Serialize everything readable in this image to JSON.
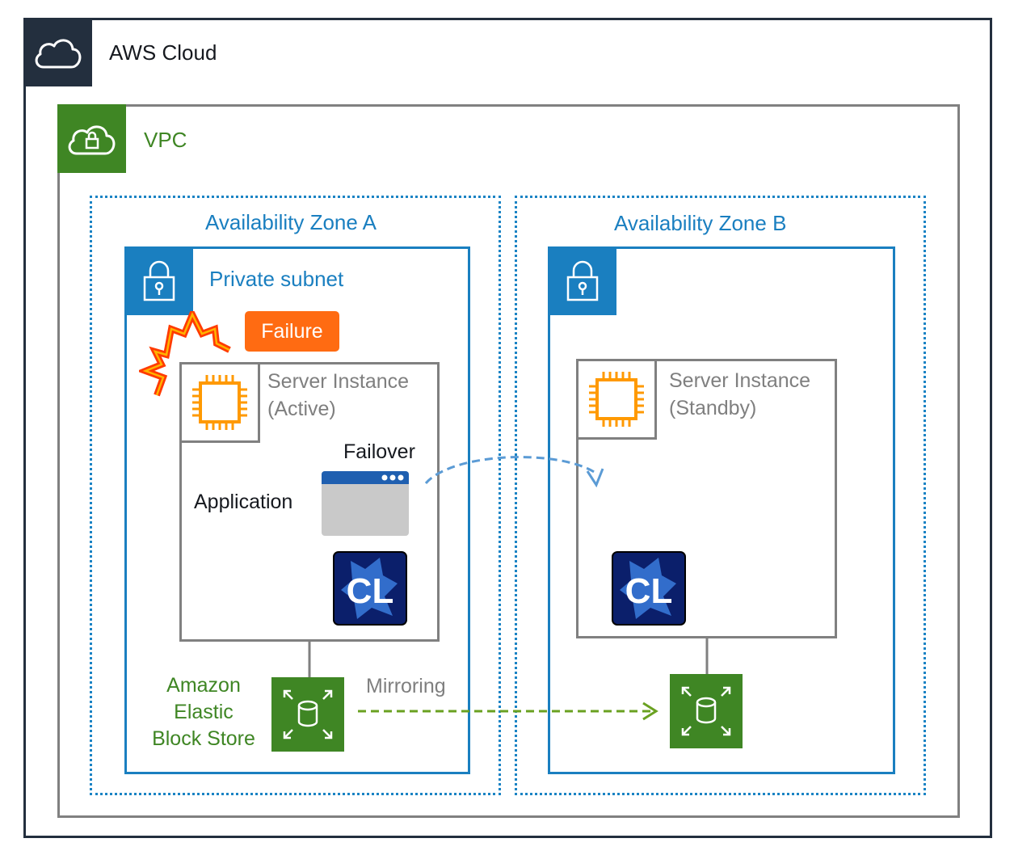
{
  "diagram": {
    "aws_cloud": {
      "title": "AWS Cloud",
      "icon": "cloud-icon"
    },
    "vpc": {
      "title": "VPC",
      "icon": "vpc-lock-cloud-icon"
    },
    "zones": [
      {
        "title": "Availability Zone A"
      },
      {
        "title": "Availability Zone B"
      }
    ],
    "subnet_a": {
      "title": "Private subnet",
      "icon": "lock-icon"
    },
    "subnet_b": {
      "icon": "lock-icon"
    },
    "failure": {
      "label": "Failure",
      "icon": "lightning-icon"
    },
    "server_active": {
      "line1": "Server Instance",
      "line2": "(Active)",
      "icon": "ec2-chip-icon"
    },
    "server_standby": {
      "line1": "Server Instance",
      "line2": "(Standby)",
      "icon": "ec2-chip-icon"
    },
    "application": {
      "label": "Application",
      "icon": "application-window-icon"
    },
    "failover": {
      "label": "Failover"
    },
    "cl_logo": {
      "text": "CL"
    },
    "ebs": {
      "line1": "Amazon",
      "line2": "Elastic",
      "line3": "Block Store",
      "icon": "ebs-volume-icon"
    },
    "mirroring": {
      "label": "Mirroring"
    }
  },
  "colors": {
    "aws_dark": "#232f3e",
    "vpc_green": "#3f8624",
    "az_blue": "#1a7fc0",
    "failure_orange": "#ff6b12",
    "chip_orange": "#ff9900",
    "gray": "#808080"
  }
}
